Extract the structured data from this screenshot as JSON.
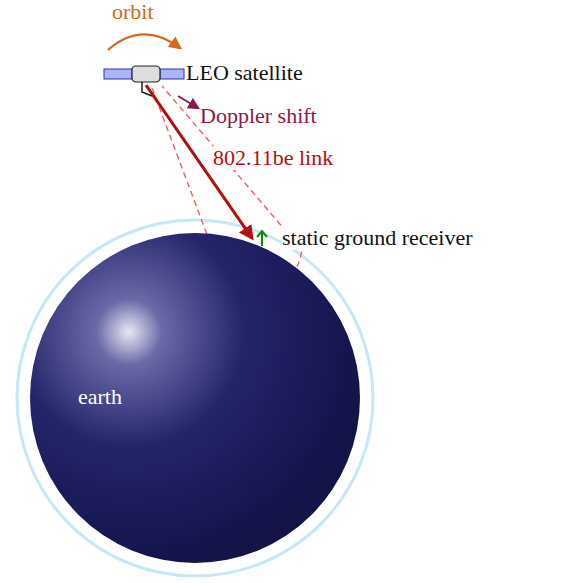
{
  "diagram": {
    "nodes": [
      {
        "text": [
          "LEO satellite"
        ]
      },
      {
        "text": [
          "static ground receiver"
        ]
      },
      {
        "text": [
          "earth"
        ]
      }
    ],
    "edges": [
      {
        "from": 0,
        "to": 1,
        "label": "802.11be link",
        "arrow": "to"
      }
    ],
    "labels": [
      "orbit",
      "Doppler shift"
    ]
  }
}
